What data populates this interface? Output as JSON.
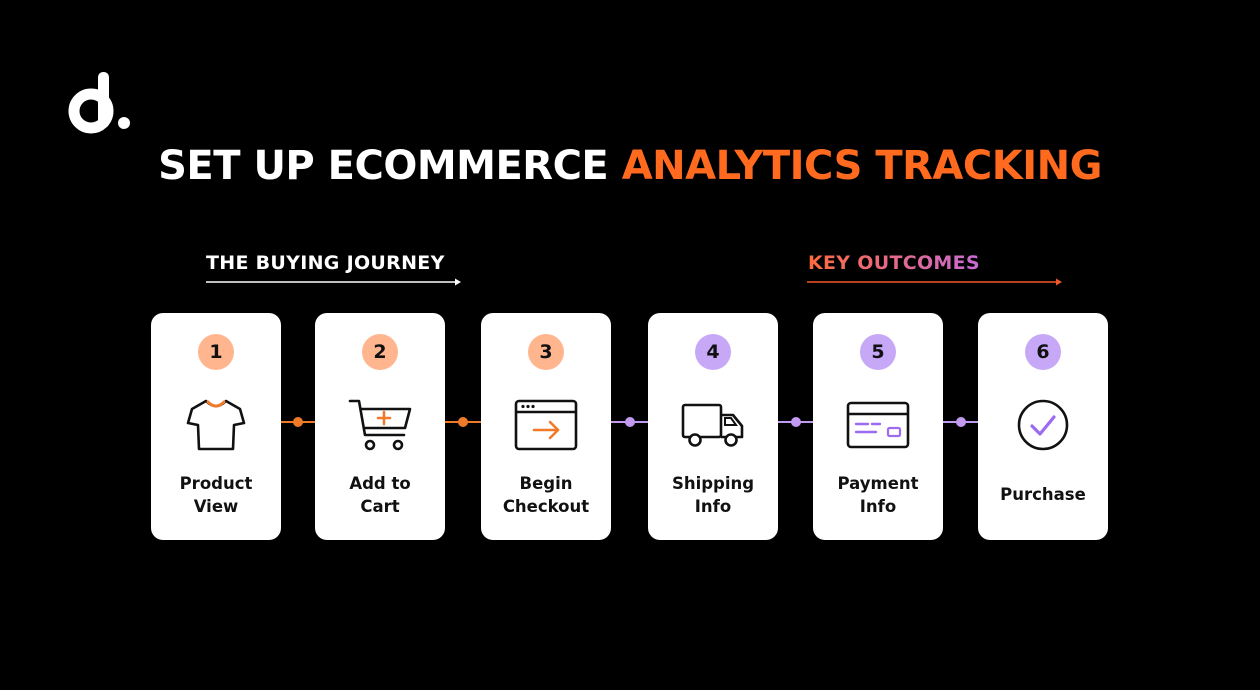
{
  "brand": {
    "logo_text": "d."
  },
  "title": {
    "main": "SET UP ECOMMERCE",
    "accent": "ANALYTICS TRACKING"
  },
  "sections": {
    "journey_label": "THE BUYING JOURNEY",
    "outcomes_label": "KEY OUTCOMES"
  },
  "steps": [
    {
      "number": "1",
      "line1": "Product",
      "line2": "View",
      "icon": "t-shirt-icon",
      "color": "orange"
    },
    {
      "number": "2",
      "line1": "Add to",
      "line2": "Cart",
      "icon": "shopping-cart-icon",
      "color": "orange"
    },
    {
      "number": "3",
      "line1": "Begin",
      "line2": "Checkout",
      "icon": "browser-window-arrow-icon",
      "color": "orange"
    },
    {
      "number": "4",
      "line1": "Shipping",
      "line2": "Info",
      "icon": "delivery-truck-icon",
      "color": "purple"
    },
    {
      "number": "5",
      "line1": "Payment",
      "line2": "Info",
      "icon": "credit-card-icon",
      "color": "purple"
    },
    {
      "number": "6",
      "line1": "Purchase",
      "line2": "",
      "icon": "check-circle-icon",
      "color": "purple"
    }
  ],
  "colors": {
    "background": "#000000",
    "accent_orange": "#ff6a1f",
    "accent_purple": "#9b6cf0",
    "badge_orange": "#ffb58e",
    "badge_purple": "#c6a8f7",
    "connector_orange": "#f07a28",
    "connector_purple": "#c39af2"
  }
}
